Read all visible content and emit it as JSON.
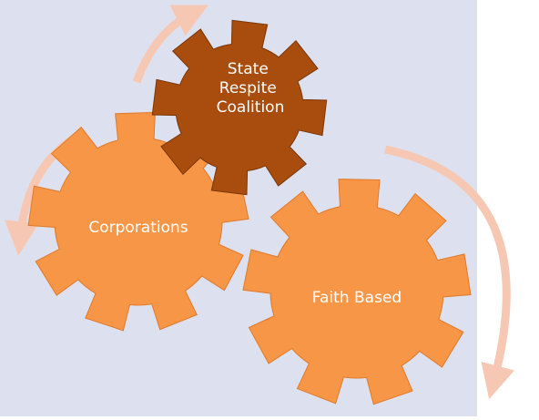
{
  "diagram": {
    "background_color": "#dde1ef",
    "arrow_color": "#f6c8b3",
    "gears": [
      {
        "id": "coalition",
        "label_lines": [
          "State",
          "Respite",
          "Coalition"
        ],
        "fill": "#a84d0d",
        "stroke": "#7a3607"
      },
      {
        "id": "corporations",
        "label_lines": [
          "Corporations"
        ],
        "fill": "#f79646",
        "stroke": "#e07a2a"
      },
      {
        "id": "faith",
        "label_lines": [
          "Faith Based"
        ],
        "fill": "#f79646",
        "stroke": "#e07a2a"
      }
    ],
    "arrows": [
      {
        "id": "top",
        "direction": "clockwise"
      },
      {
        "id": "left",
        "direction": "counterclockwise"
      },
      {
        "id": "right",
        "direction": "clockwise"
      }
    ]
  }
}
